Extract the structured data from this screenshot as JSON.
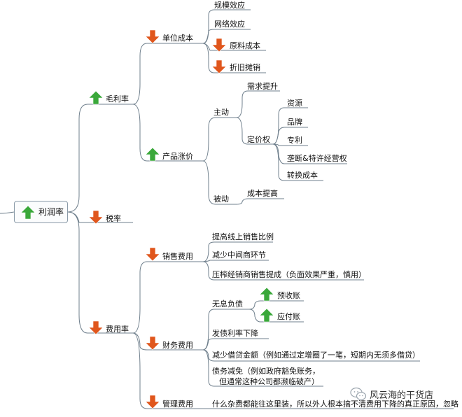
{
  "nodes": {
    "root": "利润率",
    "gross_margin": "毛利率",
    "unit_cost": "单位成本",
    "scale_effect": "规模效应",
    "network_effect": "网络效应",
    "raw_material_cost": "原料成本",
    "depreciation": "折旧摊销",
    "price_increase": "产品涨价",
    "active": "主动",
    "demand_boost": "需求提升",
    "pricing_power": "定价权",
    "resources": "资源",
    "brand": "品牌",
    "patent": "专利",
    "monopoly_license": "垄断&特许经营权",
    "switching_cost": "转换成本",
    "passive": "被动",
    "cost_increase": "成本提高",
    "tax_rate": "税率",
    "expense_rate": "费用率",
    "sales_expense": "销售费用",
    "online_sales_ratio": "提高线上销售比例",
    "reduce_middlemen": "减少中间商环节",
    "squeeze_dealer": "压榨经销商销售提成（负面效果严重，慎用）",
    "finance_expense": "财务费用",
    "interest_free_debt": "无息负债",
    "advance_receipts": "预收账",
    "accounts_payable": "应付账",
    "bond_rate_down": "发债利率下降",
    "reduce_borrowing": "减少借贷金额（例如通过定增圈了一笔，短期内无须多借贷）",
    "debt_relief_1": "债务减免（例如政府豁免账务，",
    "debt_relief_2": "但通常这种公司都濒临破产）",
    "management_expense": "管理费用",
    "management_note": "什么杂费都能往这里装，所以外人根本搞不清费用下降的真正原因，忽略"
  },
  "watermark": "风云海的干货店",
  "colors": {
    "up_arrow": "#3aa83a",
    "down_arrow": "#e0561c",
    "connector": "#6f7f8c"
  }
}
